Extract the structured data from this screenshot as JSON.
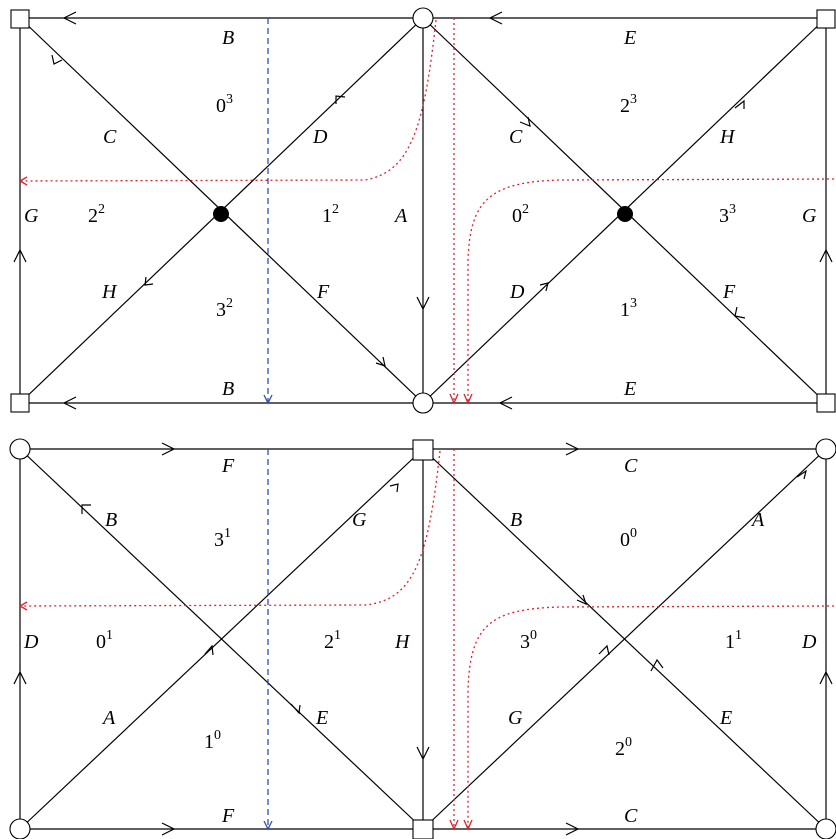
{
  "colors": {
    "line": "#000000",
    "flow_red": "#e0202a",
    "flow_blue": "#3050b0",
    "background": "#ffffff"
  },
  "top": {
    "edge_labels": {
      "B_top": "B",
      "E_top": "E",
      "B_bottom": "B",
      "E_bottom": "E",
      "G_left": "G",
      "G_right": "G",
      "A_middle": "A",
      "C_left": "C",
      "D_left": "D",
      "H_left": "H",
      "F_left": "F",
      "C_right": "C",
      "H_right": "H",
      "D_right": "D",
      "F_right": "F"
    },
    "regions": [
      {
        "base": "0",
        "exp": "3"
      },
      {
        "base": "2",
        "exp": "2"
      },
      {
        "base": "1",
        "exp": "2"
      },
      {
        "base": "3",
        "exp": "2"
      },
      {
        "base": "2",
        "exp": "3"
      },
      {
        "base": "0",
        "exp": "2"
      },
      {
        "base": "3",
        "exp": "3"
      },
      {
        "base": "1",
        "exp": "3"
      }
    ]
  },
  "bottom": {
    "edge_labels": {
      "F_top": "F",
      "C_top": "C",
      "F_bottom": "F",
      "C_bottom": "C",
      "D_left": "D",
      "D_right": "D",
      "H_middle": "H",
      "B_left": "B",
      "G_left": "G",
      "A_left": "A",
      "E_left": "E",
      "B_right": "B",
      "A_right": "A",
      "G_right": "G",
      "E_right": "E"
    },
    "regions": [
      {
        "base": "3",
        "exp": "1"
      },
      {
        "base": "0",
        "exp": "1"
      },
      {
        "base": "2",
        "exp": "1"
      },
      {
        "base": "1",
        "exp": "0"
      },
      {
        "base": "0",
        "exp": "0"
      },
      {
        "base": "3",
        "exp": "0"
      },
      {
        "base": "1",
        "exp": "1"
      },
      {
        "base": "2",
        "exp": "0"
      }
    ]
  }
}
